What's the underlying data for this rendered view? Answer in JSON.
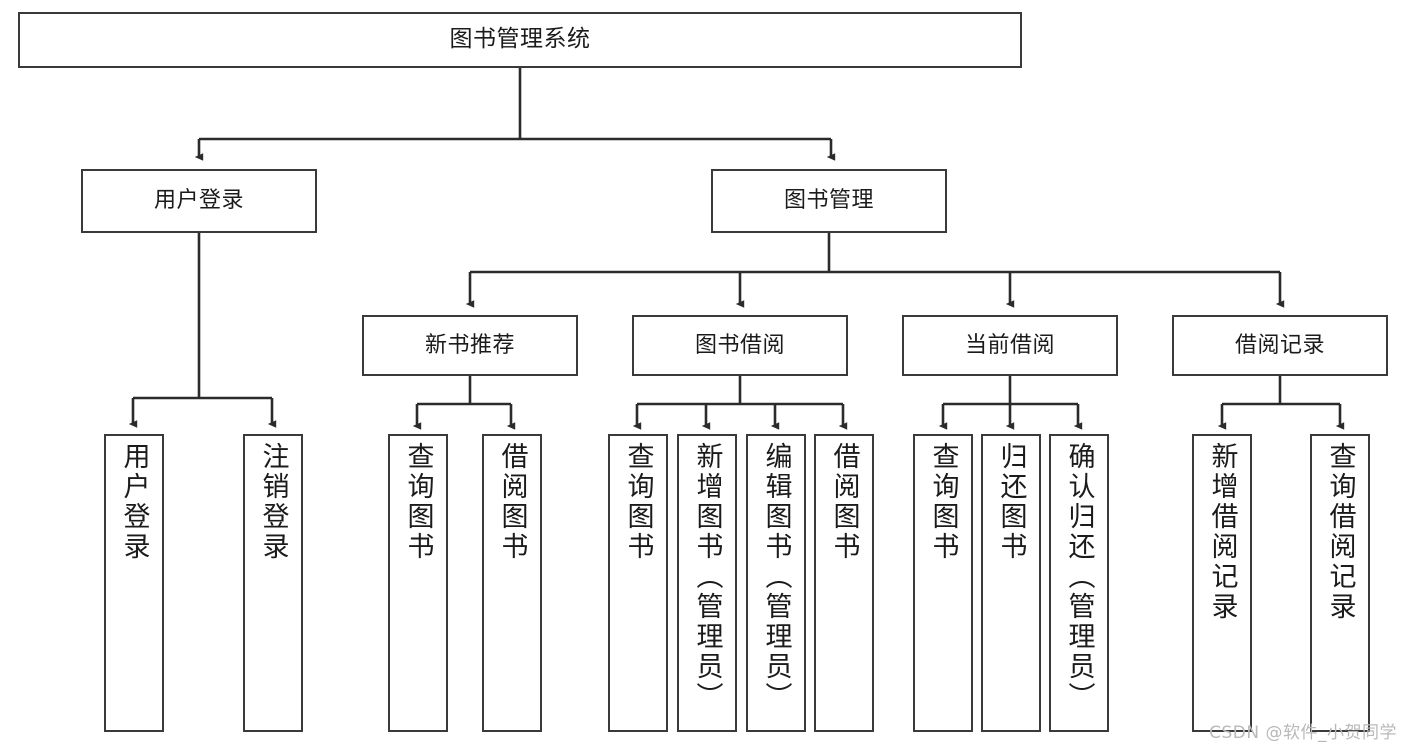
{
  "diagram": {
    "title": "图书管理系统",
    "type": "功能结构图",
    "watermark": "CSDN @软件_小贺同学",
    "colors": {
      "box_border": "#3a3a3a",
      "box_fill": "#ffffff",
      "edge": "#2b2b2b",
      "text": "#1b1b1b",
      "watermark": "#b9b9b9"
    },
    "nodes": {
      "root": {
        "label": "图书管理系统"
      },
      "level2": [
        {
          "id": "user-login",
          "label": "用户登录"
        },
        {
          "id": "book-manage",
          "label": "图书管理"
        }
      ],
      "level3": [
        {
          "id": "new-book-rec",
          "label": "新书推荐"
        },
        {
          "id": "book-borrow",
          "label": "图书借阅"
        },
        {
          "id": "current-borrow",
          "label": "当前借阅"
        },
        {
          "id": "borrow-record",
          "label": "借阅记录"
        }
      ],
      "leaves": {
        "user-login": [
          {
            "id": "leaf-user-login",
            "label": "用户登录"
          },
          {
            "id": "leaf-logout",
            "label": "注销登录"
          }
        ],
        "new-book-rec": [
          {
            "id": "leaf-query-book-1",
            "label": "查询图书"
          },
          {
            "id": "leaf-borrow-book-1",
            "label": "借阅图书"
          }
        ],
        "book-borrow": [
          {
            "id": "leaf-query-book-2",
            "label": "查询图书"
          },
          {
            "id": "leaf-add-book",
            "label": "新增图书（管理员）"
          },
          {
            "id": "leaf-edit-book",
            "label": "编辑图书（管理员）"
          },
          {
            "id": "leaf-borrow-book-2",
            "label": "借阅图书"
          }
        ],
        "current-borrow": [
          {
            "id": "leaf-query-book-3",
            "label": "查询图书"
          },
          {
            "id": "leaf-return-book",
            "label": "归还图书"
          },
          {
            "id": "leaf-confirm-return",
            "label": "确认归还（管理员）"
          }
        ],
        "borrow-record": [
          {
            "id": "leaf-add-record",
            "label": "新增借阅记录"
          },
          {
            "id": "leaf-query-record",
            "label": "查询借阅记录"
          }
        ]
      }
    }
  }
}
